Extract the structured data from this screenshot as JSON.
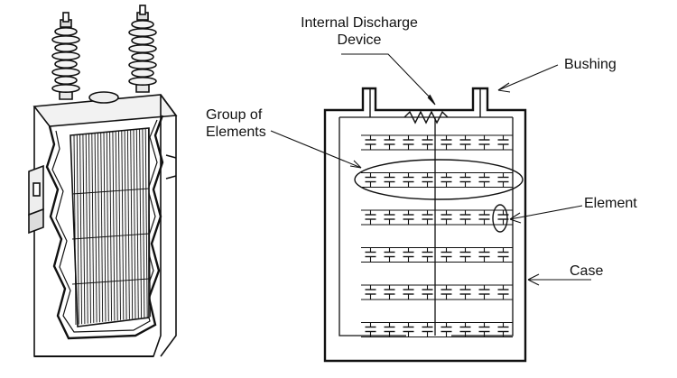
{
  "labels": {
    "discharge_line1": "Internal Discharge",
    "discharge_line2": "Device",
    "bushing": "Bushing",
    "group_line1": "Group of",
    "group_line2": "Elements",
    "element": "Element",
    "case": "Case"
  },
  "schematic": {
    "element_rows": 6,
    "elements_per_row": 8
  },
  "colors": {
    "ink": "#111111",
    "background": "#ffffff"
  }
}
